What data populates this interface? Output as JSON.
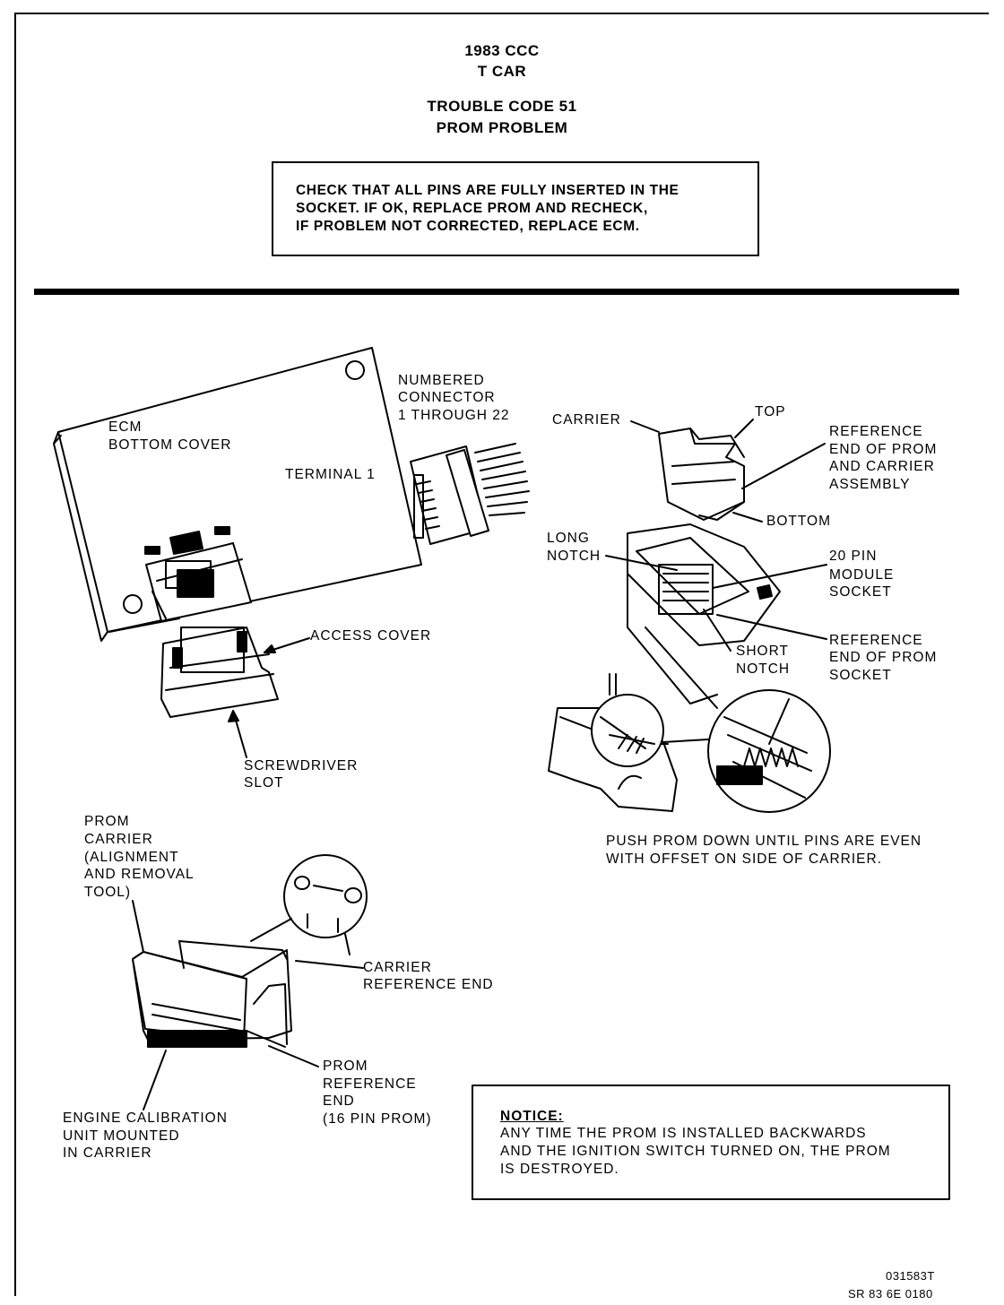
{
  "header": {
    "line1": "1983 CCC",
    "line2": "T CAR",
    "line3": "TROUBLE CODE 51",
    "line4": "PROM PROBLEM"
  },
  "instruction_box": {
    "line1": "CHECK THAT ALL PINS ARE FULLY INSERTED IN THE",
    "line2": "SOCKET. IF OK, REPLACE PROM AND RECHECK,",
    "line3": "IF PROBLEM NOT CORRECTED, REPLACE ECM."
  },
  "labels": {
    "ecm_1": "ECM",
    "ecm_2": "BOTTOM COVER",
    "terminal": "TERMINAL 1",
    "numbered_1": "NUMBERED",
    "numbered_2": "CONNECTOR",
    "numbered_3": "1 THROUGH 22",
    "access_cover": "ACCESS COVER",
    "screwdriver_1": "SCREWDRIVER",
    "screwdriver_2": "SLOT",
    "carrier": "CARRIER",
    "top": "TOP",
    "ref_end_1": "REFERENCE",
    "ref_end_2": "END OF PROM",
    "ref_end_3": "AND CARRIER",
    "ref_end_4": "ASSEMBLY",
    "bottom": "BOTTOM",
    "long_notch_1": "LONG",
    "long_notch_2": "NOTCH",
    "pin20_1": "20 PIN",
    "pin20_2": "MODULE",
    "pin20_3": "SOCKET",
    "short_notch_1": "SHORT",
    "short_notch_2": "NOTCH",
    "ref_socket_1": "REFERENCE",
    "ref_socket_2": "END OF PROM",
    "ref_socket_3": "SOCKET",
    "push_1": "PUSH PROM DOWN UNTIL PINS ARE EVEN",
    "push_2": "WITH OFFSET ON SIDE OF CARRIER.",
    "prom_carrier_1": "PROM",
    "prom_carrier_2": "CARRIER",
    "prom_carrier_3": "(ALIGNMENT",
    "prom_carrier_4": "AND REMOVAL",
    "prom_carrier_5": "TOOL)",
    "carrier_ref_1": "CARRIER",
    "carrier_ref_2": "REFERENCE END",
    "prom_ref_1": "PROM",
    "prom_ref_2": "REFERENCE",
    "prom_ref_3": "END",
    "prom_ref_4": "(16 PIN PROM)",
    "engine_cal_1": "ENGINE CALIBRATION",
    "engine_cal_2": "UNIT MOUNTED",
    "engine_cal_3": "IN CARRIER"
  },
  "notice": {
    "title": "NOTICE:",
    "line1": "ANY TIME THE PROM IS INSTALLED BACKWARDS",
    "line2": "AND THE IGNITION SWITCH TURNED ON, THE PROM",
    "line3": "IS DESTROYED."
  },
  "footer": {
    "code1": "031583T",
    "code2": "SR 83 6E 0180"
  }
}
